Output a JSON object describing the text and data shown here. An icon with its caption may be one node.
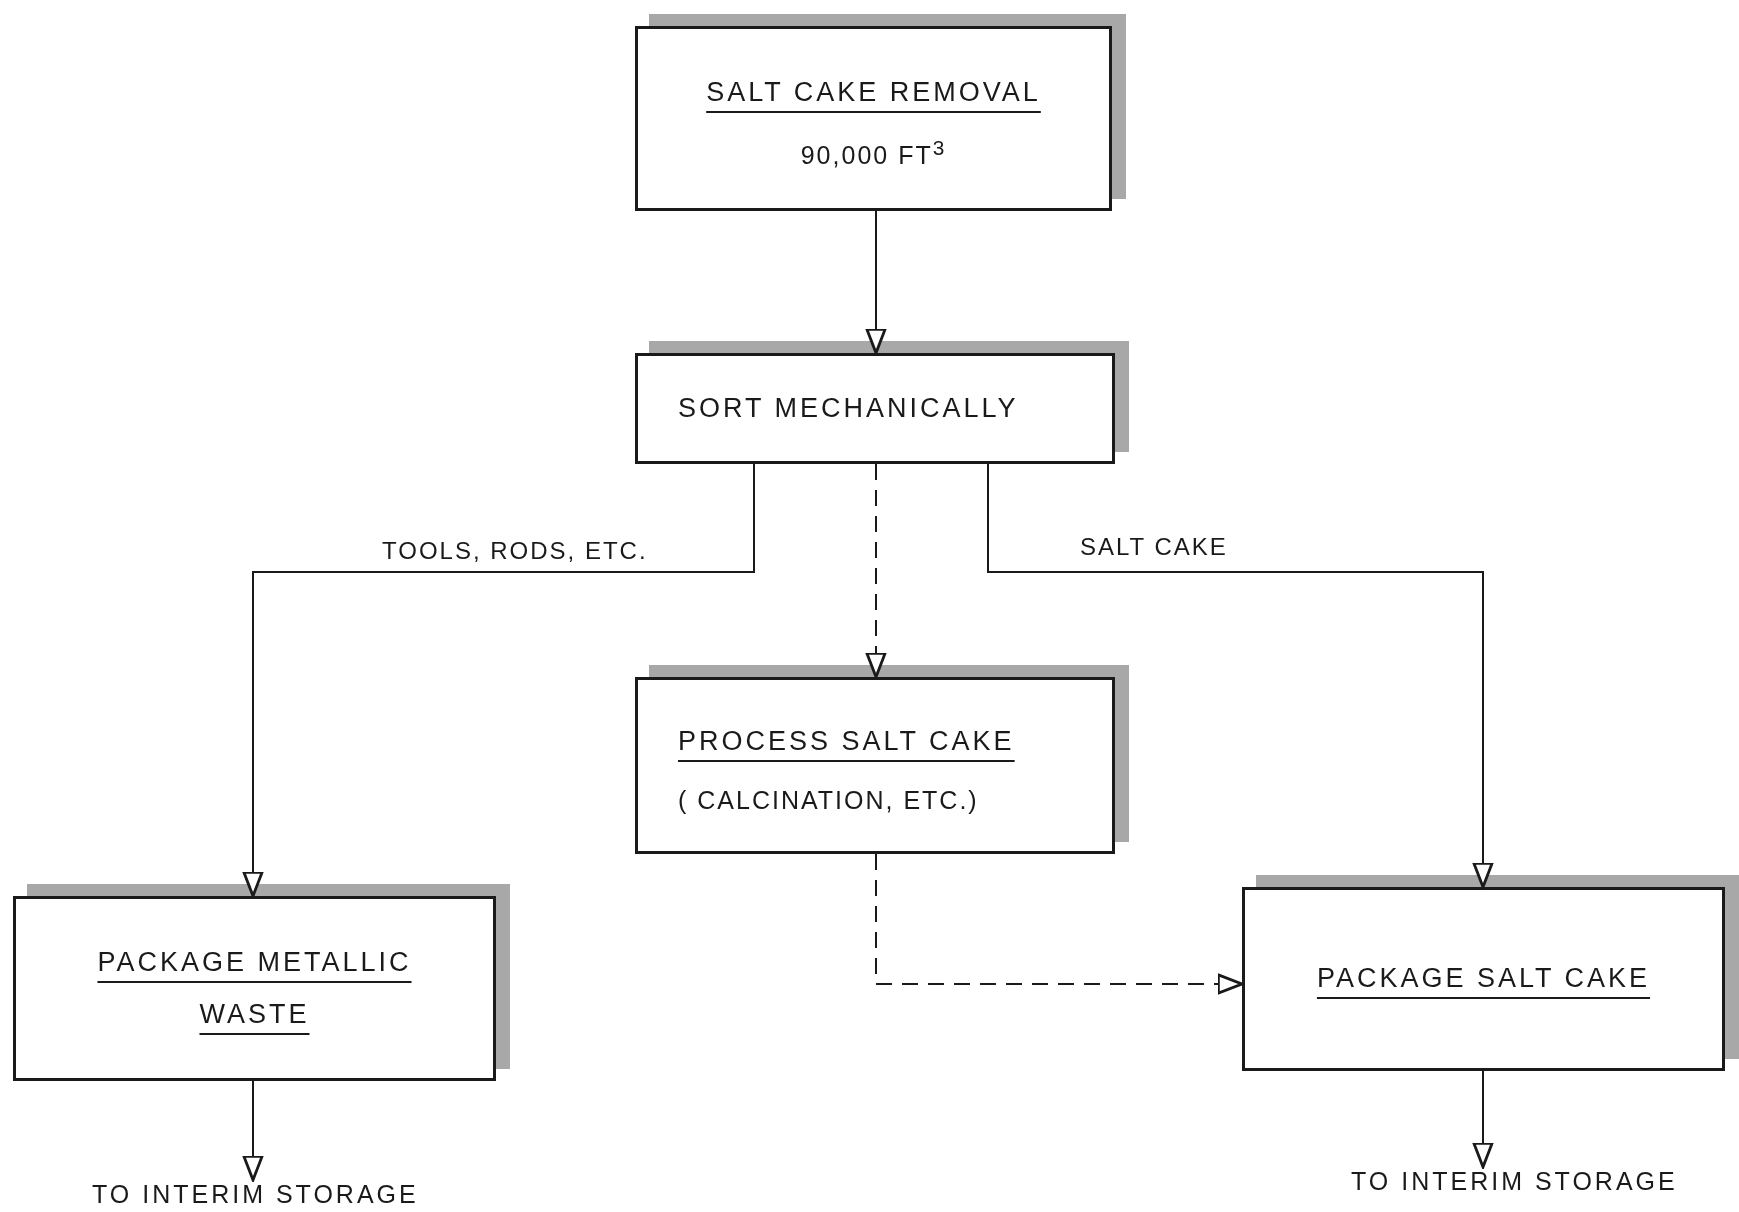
{
  "diagram": {
    "nodes": [
      {
        "text": [
          "SALT CAKE REMOVAL",
          "90,000 FT$^{3}$"
        ]
      },
      {
        "text": [
          "SORT MECHANICALLY"
        ]
      },
      {
        "text": [
          "PROCESS SALT CAKE",
          "( CALCINATION, ETC.)"
        ]
      },
      {
        "text": [
          "PACKAGE METALLIC WASTE"
        ]
      },
      {
        "text": [
          "PACKAGE SALT CAKE"
        ]
      },
      {
        "text": [
          "TO INTERIM STORAGE"
        ]
      },
      {
        "text": [
          "TO INTERIM STORAGE"
        ]
      }
    ],
    "edges": [
      {
        "from": 0,
        "to": 1,
        "arrow": "to"
      },
      {
        "from": 1,
        "to": 3,
        "arrow": "to",
        "label": "TOOLS, RODS, ETC."
      },
      {
        "from": 1,
        "to": 2,
        "arrow": "to",
        "style": "dashed"
      },
      {
        "from": 1,
        "to": 4,
        "arrow": "to",
        "label": "SALT CAKE"
      },
      {
        "from": 2,
        "to": 4,
        "arrow": "to",
        "style": "dashed"
      },
      {
        "from": 3,
        "to": 5,
        "arrow": "to"
      },
      {
        "from": 4,
        "to": 6,
        "arrow": "to"
      }
    ]
  }
}
